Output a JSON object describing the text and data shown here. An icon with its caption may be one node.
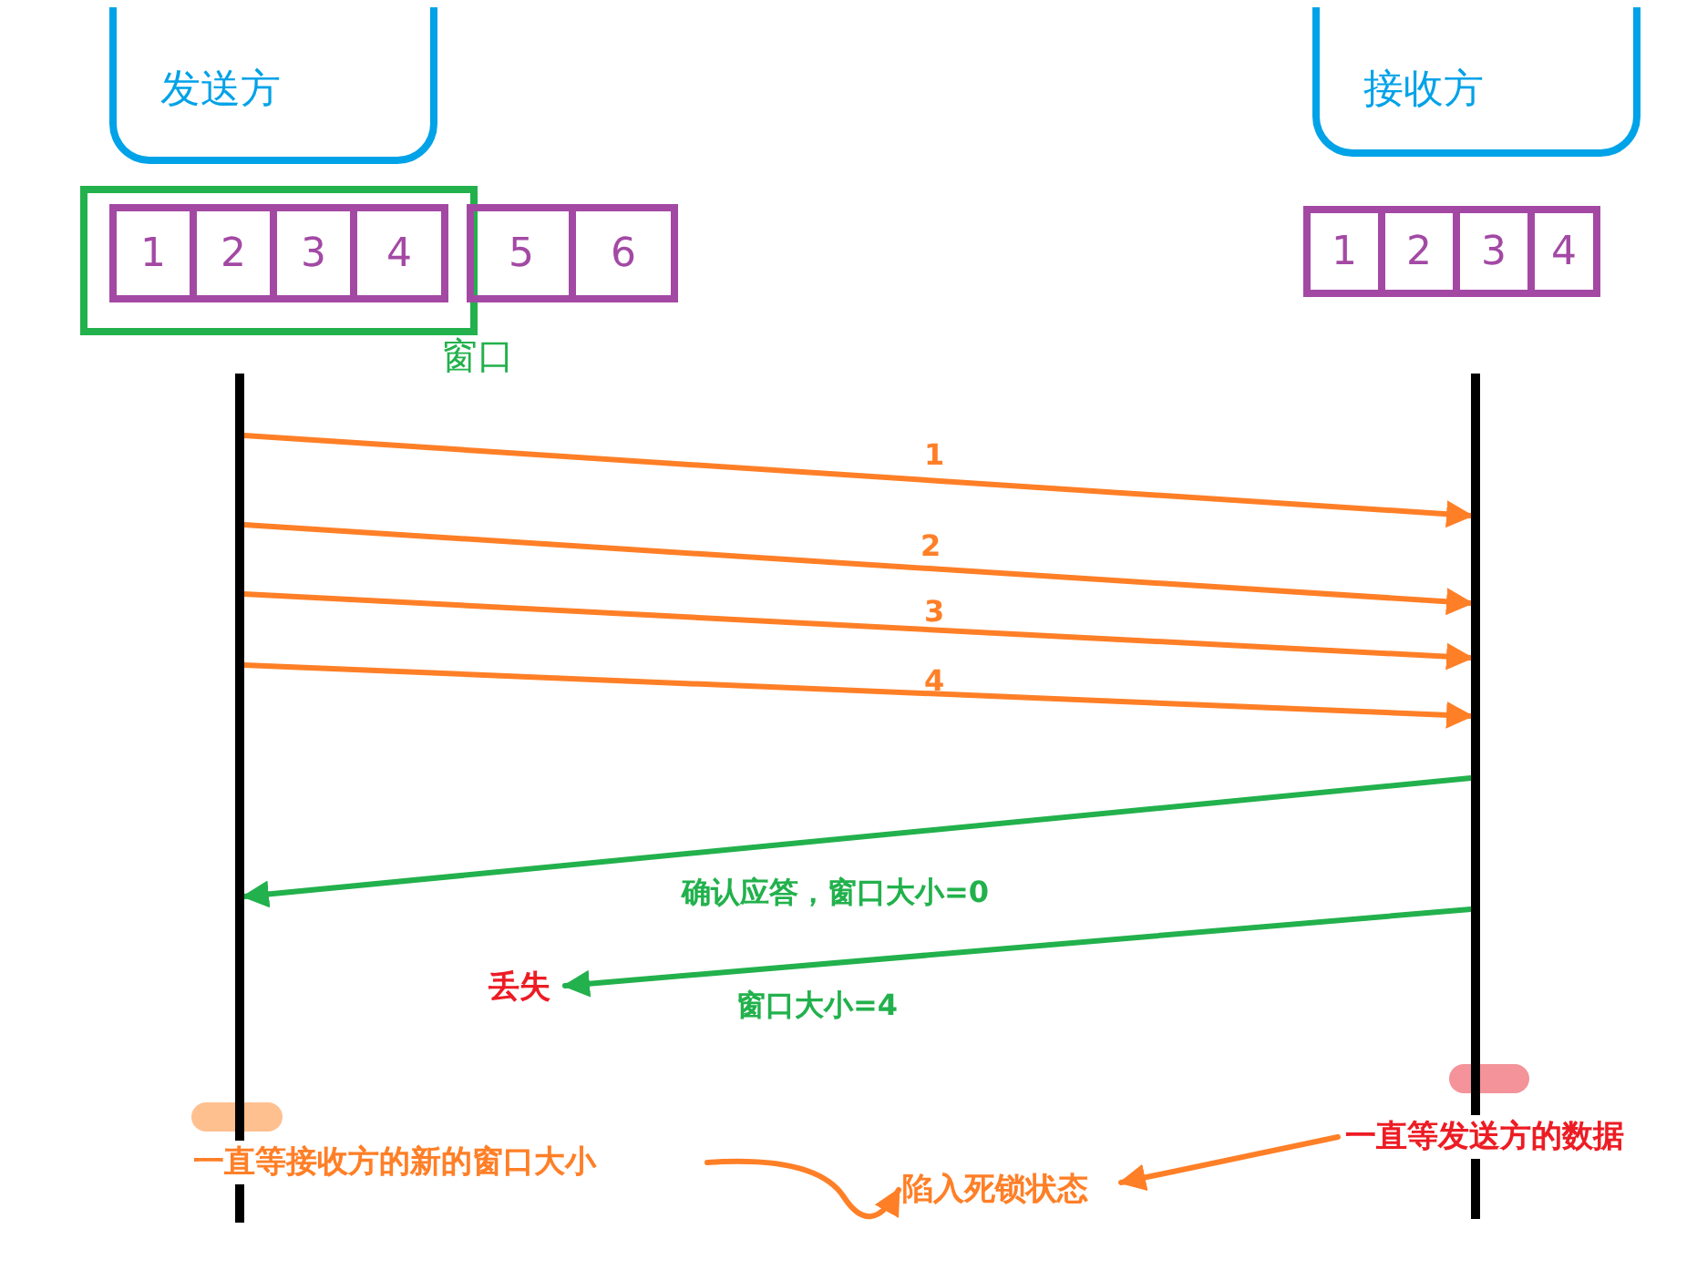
{
  "diagram": {
    "nodes": [
      {
        "text": [
          "发送方"
        ]
      },
      {
        "text": [
          "接收方"
        ]
      },
      {
        "text": [
          "窗口"
        ]
      },
      {
        "text": [
          "1"
        ],
        "in": 2
      },
      {
        "text": [
          "2"
        ],
        "in": 2
      },
      {
        "text": [
          "3"
        ],
        "in": 2
      },
      {
        "text": [
          "4"
        ],
        "in": 2
      },
      {
        "text": [
          "5"
        ]
      },
      {
        "text": [
          "6"
        ]
      },
      {
        "text": [
          "1"
        ]
      },
      {
        "text": [
          "2"
        ]
      },
      {
        "text": [
          "3"
        ]
      },
      {
        "text": [
          "4"
        ]
      },
      {
        "text": [],
        "shape": "bar"
      },
      {
        "text": [],
        "shape": "bar"
      },
      {
        "text": [
          "丢失"
        ]
      },
      {
        "text": [
          "一直等接收方的新的窗口大小"
        ]
      },
      {
        "text": [
          "陷入死锁状态"
        ]
      },
      {
        "text": [
          "一直等发送方的数据"
        ]
      }
    ],
    "edges": [
      {
        "from": 13,
        "to": 14,
        "arrow": "to",
        "label": "1"
      },
      {
        "from": 13,
        "to": 14,
        "arrow": "to",
        "label": "2"
      },
      {
        "from": 13,
        "to": 14,
        "arrow": "to",
        "label": "3"
      },
      {
        "from": 13,
        "to": 14,
        "arrow": "to",
        "label": "4"
      },
      {
        "from": 14,
        "to": 13,
        "arrow": "to",
        "label": "确认应答，窗口大小=0",
        "color": "#22b14c"
      },
      {
        "from": 14,
        "to": 15,
        "arrow": "to",
        "label": "窗口大小=4",
        "color": "#22b14c"
      },
      {
        "from": 16,
        "to": 17,
        "arrow": "to"
      },
      {
        "from": 18,
        "to": 17,
        "arrow": "to"
      }
    ]
  }
}
